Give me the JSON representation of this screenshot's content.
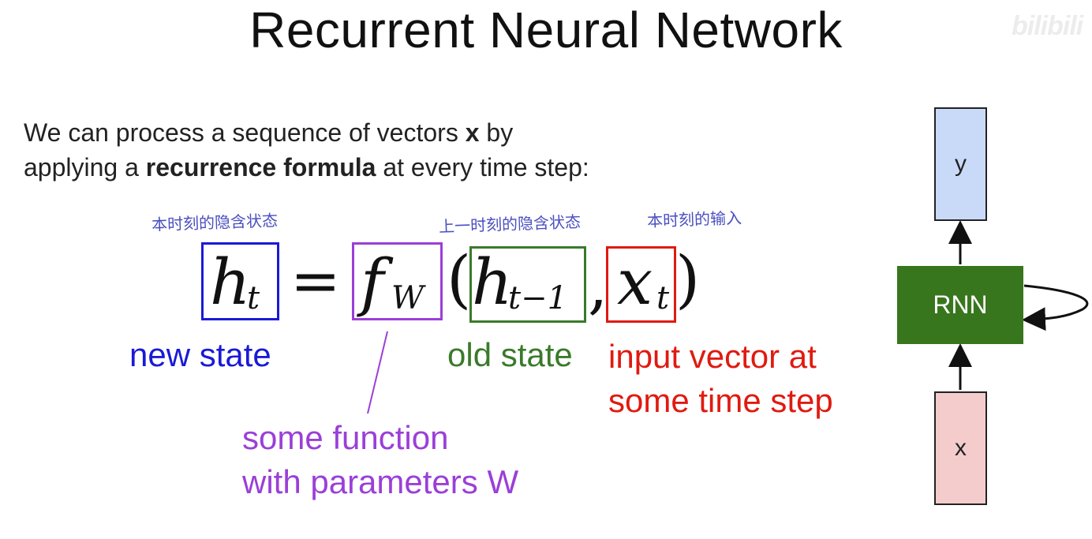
{
  "title": "Recurrent Neural Network",
  "watermark": "bilibili",
  "intro": {
    "line1_pre": "We can process a sequence of vectors ",
    "line1_bold": "x",
    "line1_post": " by",
    "line2_pre": "applying a ",
    "line2_bold": "recurrence formula",
    "line2_post": " at every time step:"
  },
  "handwritten_notes": {
    "current_hidden_state": "本时刻的隐含状态",
    "previous_hidden_state": "上一时刻的隐含状态",
    "current_input": "本时刻的输入"
  },
  "equation": {
    "h": "h",
    "h_sub": "t",
    "equals": "=",
    "f": "f",
    "f_sub": "W",
    "open_paren": "(",
    "h_prev": "h",
    "h_prev_sub": "t−1",
    "comma": ",",
    "x": "x",
    "x_sub": "t",
    "close_paren": ")"
  },
  "labels": {
    "new_state": "new state",
    "old_state": "old state",
    "input_line1": "input vector at",
    "input_line2": "some time step",
    "function_line1": "some function",
    "function_line2": "with parameters W"
  },
  "colors": {
    "new_state": "#1a1ad6",
    "function": "#9b3fd8",
    "old_state": "#3a7a2a",
    "input": "#e01a10",
    "rnn_node": "#38761d",
    "y_node": "#c9daf8",
    "x_node": "#f4cccc"
  },
  "diagram": {
    "y_label": "y",
    "rnn_label": "RNN",
    "x_label": "x"
  }
}
